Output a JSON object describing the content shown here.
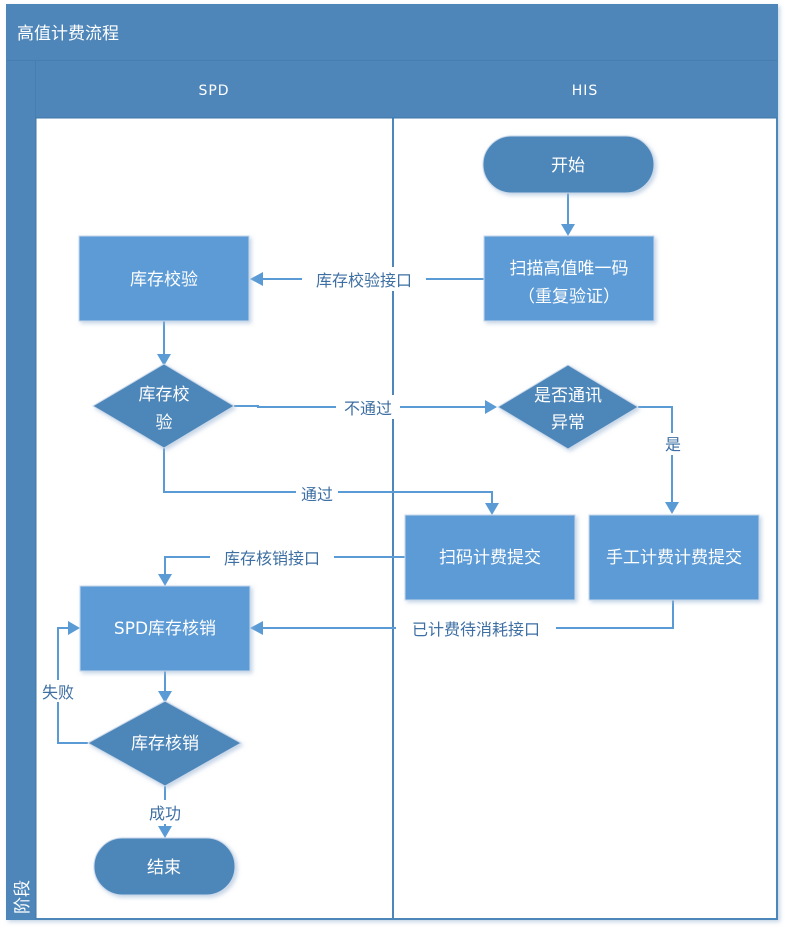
{
  "title": "高值计费流程",
  "phase_label": "阶段",
  "lanes": [
    {
      "id": "spd",
      "label": "SPD"
    },
    {
      "id": "his",
      "label": "HIS"
    }
  ],
  "nodes": {
    "start": {
      "type": "terminator",
      "lane": "HIS",
      "lines": [
        "开始"
      ]
    },
    "scan_unique_code": {
      "type": "process",
      "lane": "HIS",
      "lines": [
        "扫描高值唯一码",
        "（重复验证）"
      ]
    },
    "stock_check": {
      "type": "process",
      "lane": "SPD",
      "lines": [
        "库存校验"
      ]
    },
    "stock_check_decision": {
      "type": "decision",
      "lane": "SPD",
      "lines": [
        "库存校",
        "验"
      ]
    },
    "comm_error_decision": {
      "type": "decision",
      "lane": "HIS",
      "lines": [
        "是否通讯",
        "异常"
      ]
    },
    "scan_billing_submit": {
      "type": "process",
      "lane": "HIS",
      "lines": [
        "扫码计费提交"
      ]
    },
    "manual_billing_submit": {
      "type": "process",
      "lane": "HIS",
      "lines": [
        "手工计费计费提交"
      ]
    },
    "spd_writeoff": {
      "type": "process",
      "lane": "SPD",
      "lines": [
        "SPD库存核销"
      ]
    },
    "writeoff_decision": {
      "type": "decision",
      "lane": "SPD",
      "lines": [
        "库存核销"
      ]
    },
    "end": {
      "type": "terminator",
      "lane": "SPD",
      "lines": [
        "结束"
      ]
    }
  },
  "edges": [
    {
      "from": "start",
      "to": "scan_unique_code",
      "label": ""
    },
    {
      "from": "scan_unique_code",
      "to": "stock_check",
      "label": "库存校验接口"
    },
    {
      "from": "stock_check",
      "to": "stock_check_decision",
      "label": ""
    },
    {
      "from": "stock_check_decision",
      "to": "comm_error_decision",
      "label": "不通过"
    },
    {
      "from": "stock_check_decision",
      "to": "scan_billing_submit",
      "label": "通过"
    },
    {
      "from": "comm_error_decision",
      "to": "manual_billing_submit",
      "label": "是"
    },
    {
      "from": "scan_billing_submit",
      "to": "spd_writeoff",
      "label": "库存核销接口"
    },
    {
      "from": "manual_billing_submit",
      "to": "spd_writeoff",
      "label": "已计费待消耗接口"
    },
    {
      "from": "spd_writeoff",
      "to": "writeoff_decision",
      "label": ""
    },
    {
      "from": "writeoff_decision",
      "to": "spd_writeoff",
      "label": "失败"
    },
    {
      "from": "writeoff_decision",
      "to": "end",
      "label": "成功"
    }
  ],
  "colors": {
    "frame_blue": "#4e86b9",
    "process_blue": "#5b9bd5",
    "decision_blue": "#4e86b9",
    "edge_blue": "#5b9bd5",
    "label_text": "#3e6fa3"
  }
}
